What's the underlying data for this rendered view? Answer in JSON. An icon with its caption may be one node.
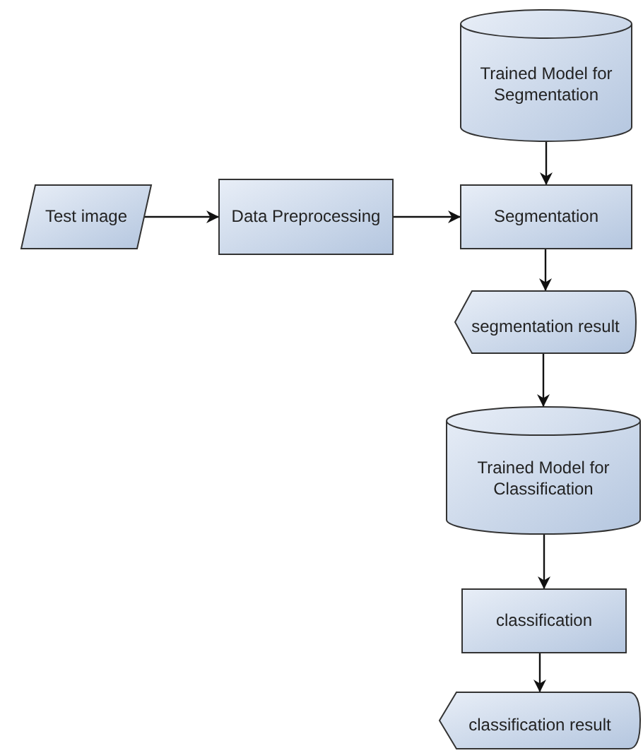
{
  "diagram": {
    "nodes": [
      {
        "text": [
          "Trained Model for Segmentation"
        ]
      },
      {
        "text": [
          "Test image"
        ]
      },
      {
        "text": [
          "Data Preprocessing"
        ]
      },
      {
        "text": [
          "Segmentation"
        ]
      },
      {
        "text": [
          "segmentation result"
        ]
      },
      {
        "text": [
          "Trained Model for Classification"
        ]
      },
      {
        "text": [
          "classification"
        ]
      },
      {
        "text": [
          "classification result"
        ]
      }
    ],
    "edges": [
      {
        "from": 1,
        "to": 2,
        "arrow": "to"
      },
      {
        "from": 2,
        "to": 3,
        "arrow": "to"
      },
      {
        "from": 0,
        "to": 3,
        "arrow": "to"
      },
      {
        "from": 3,
        "to": 4,
        "arrow": "to"
      },
      {
        "from": 4,
        "to": 5,
        "arrow": "to"
      },
      {
        "from": 5,
        "to": 6,
        "arrow": "to"
      },
      {
        "from": 6,
        "to": 7,
        "arrow": "to"
      }
    ]
  }
}
